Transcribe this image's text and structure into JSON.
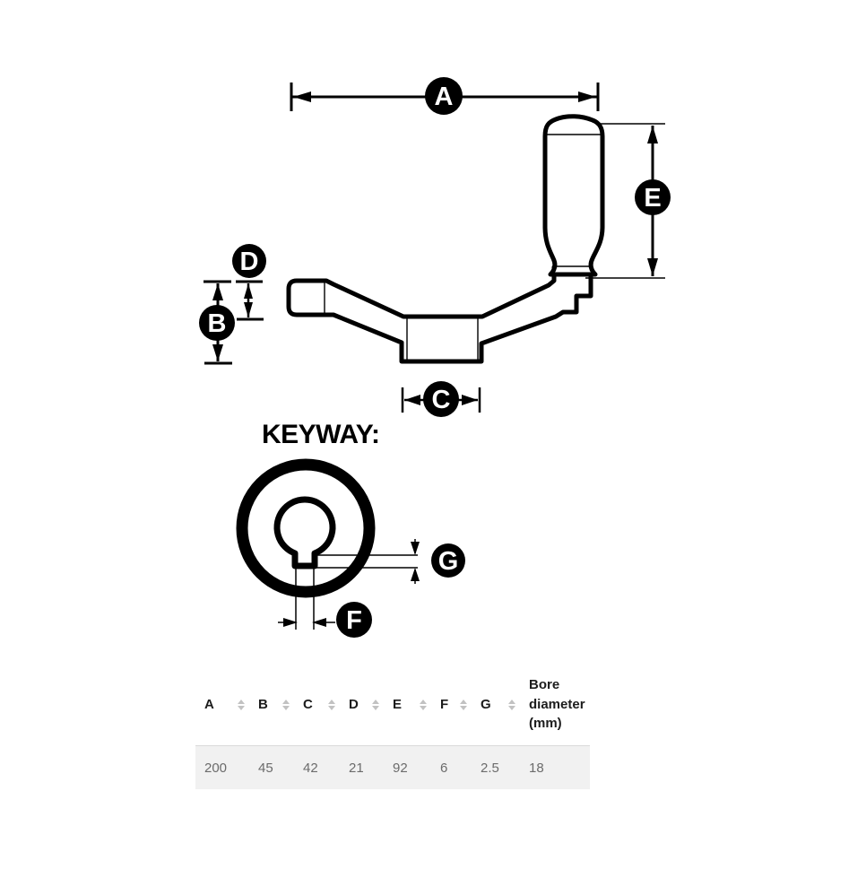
{
  "figure": {
    "keyway_title": "KEYWAY:",
    "labels": {
      "a": "A",
      "b": "B",
      "c": "C",
      "d": "D",
      "e": "E",
      "f": "F",
      "g": "G"
    },
    "description": "Crank handle technical drawing with dimension callouts and keyway cross-section"
  },
  "table": {
    "headers": [
      "A",
      "B",
      "C",
      "D",
      "E",
      "F",
      "G",
      "Bore diameter (mm)"
    ],
    "values": [
      "200",
      "45",
      "42",
      "21",
      "92",
      "6",
      "2.5",
      "18"
    ]
  },
  "colors": {
    "line": "#000000",
    "drawing_fill": "#ffffff",
    "label_circle": "#000000",
    "label_text": "#ffffff",
    "header_text": "#1c1c1c",
    "value_text": "#6b6b6b",
    "row_background": "#f1f1f1",
    "divider": "#d9d9d9",
    "sort_icon": "#c2c2c2"
  }
}
